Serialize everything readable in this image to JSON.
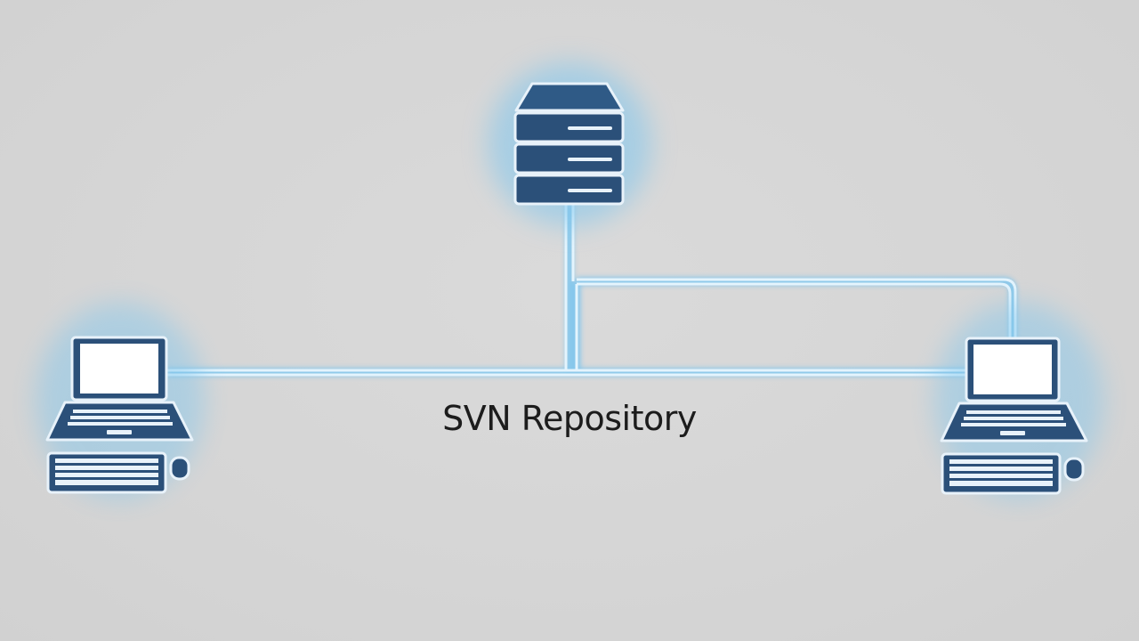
{
  "diagram": {
    "label": "SVN Repository",
    "colors": {
      "background": "#d6d6d6",
      "device_fill": "#2b5079",
      "device_outline": "#e8f2fa",
      "glow": "#7fc6ee",
      "cable": "#dff1fb",
      "screen": "#ffffff",
      "text": "#1c1c1c"
    },
    "nodes": [
      {
        "id": "server",
        "icon": "server-icon"
      },
      {
        "id": "client-left",
        "icon": "laptop-icon"
      },
      {
        "id": "client-right",
        "icon": "laptop-icon"
      }
    ]
  }
}
